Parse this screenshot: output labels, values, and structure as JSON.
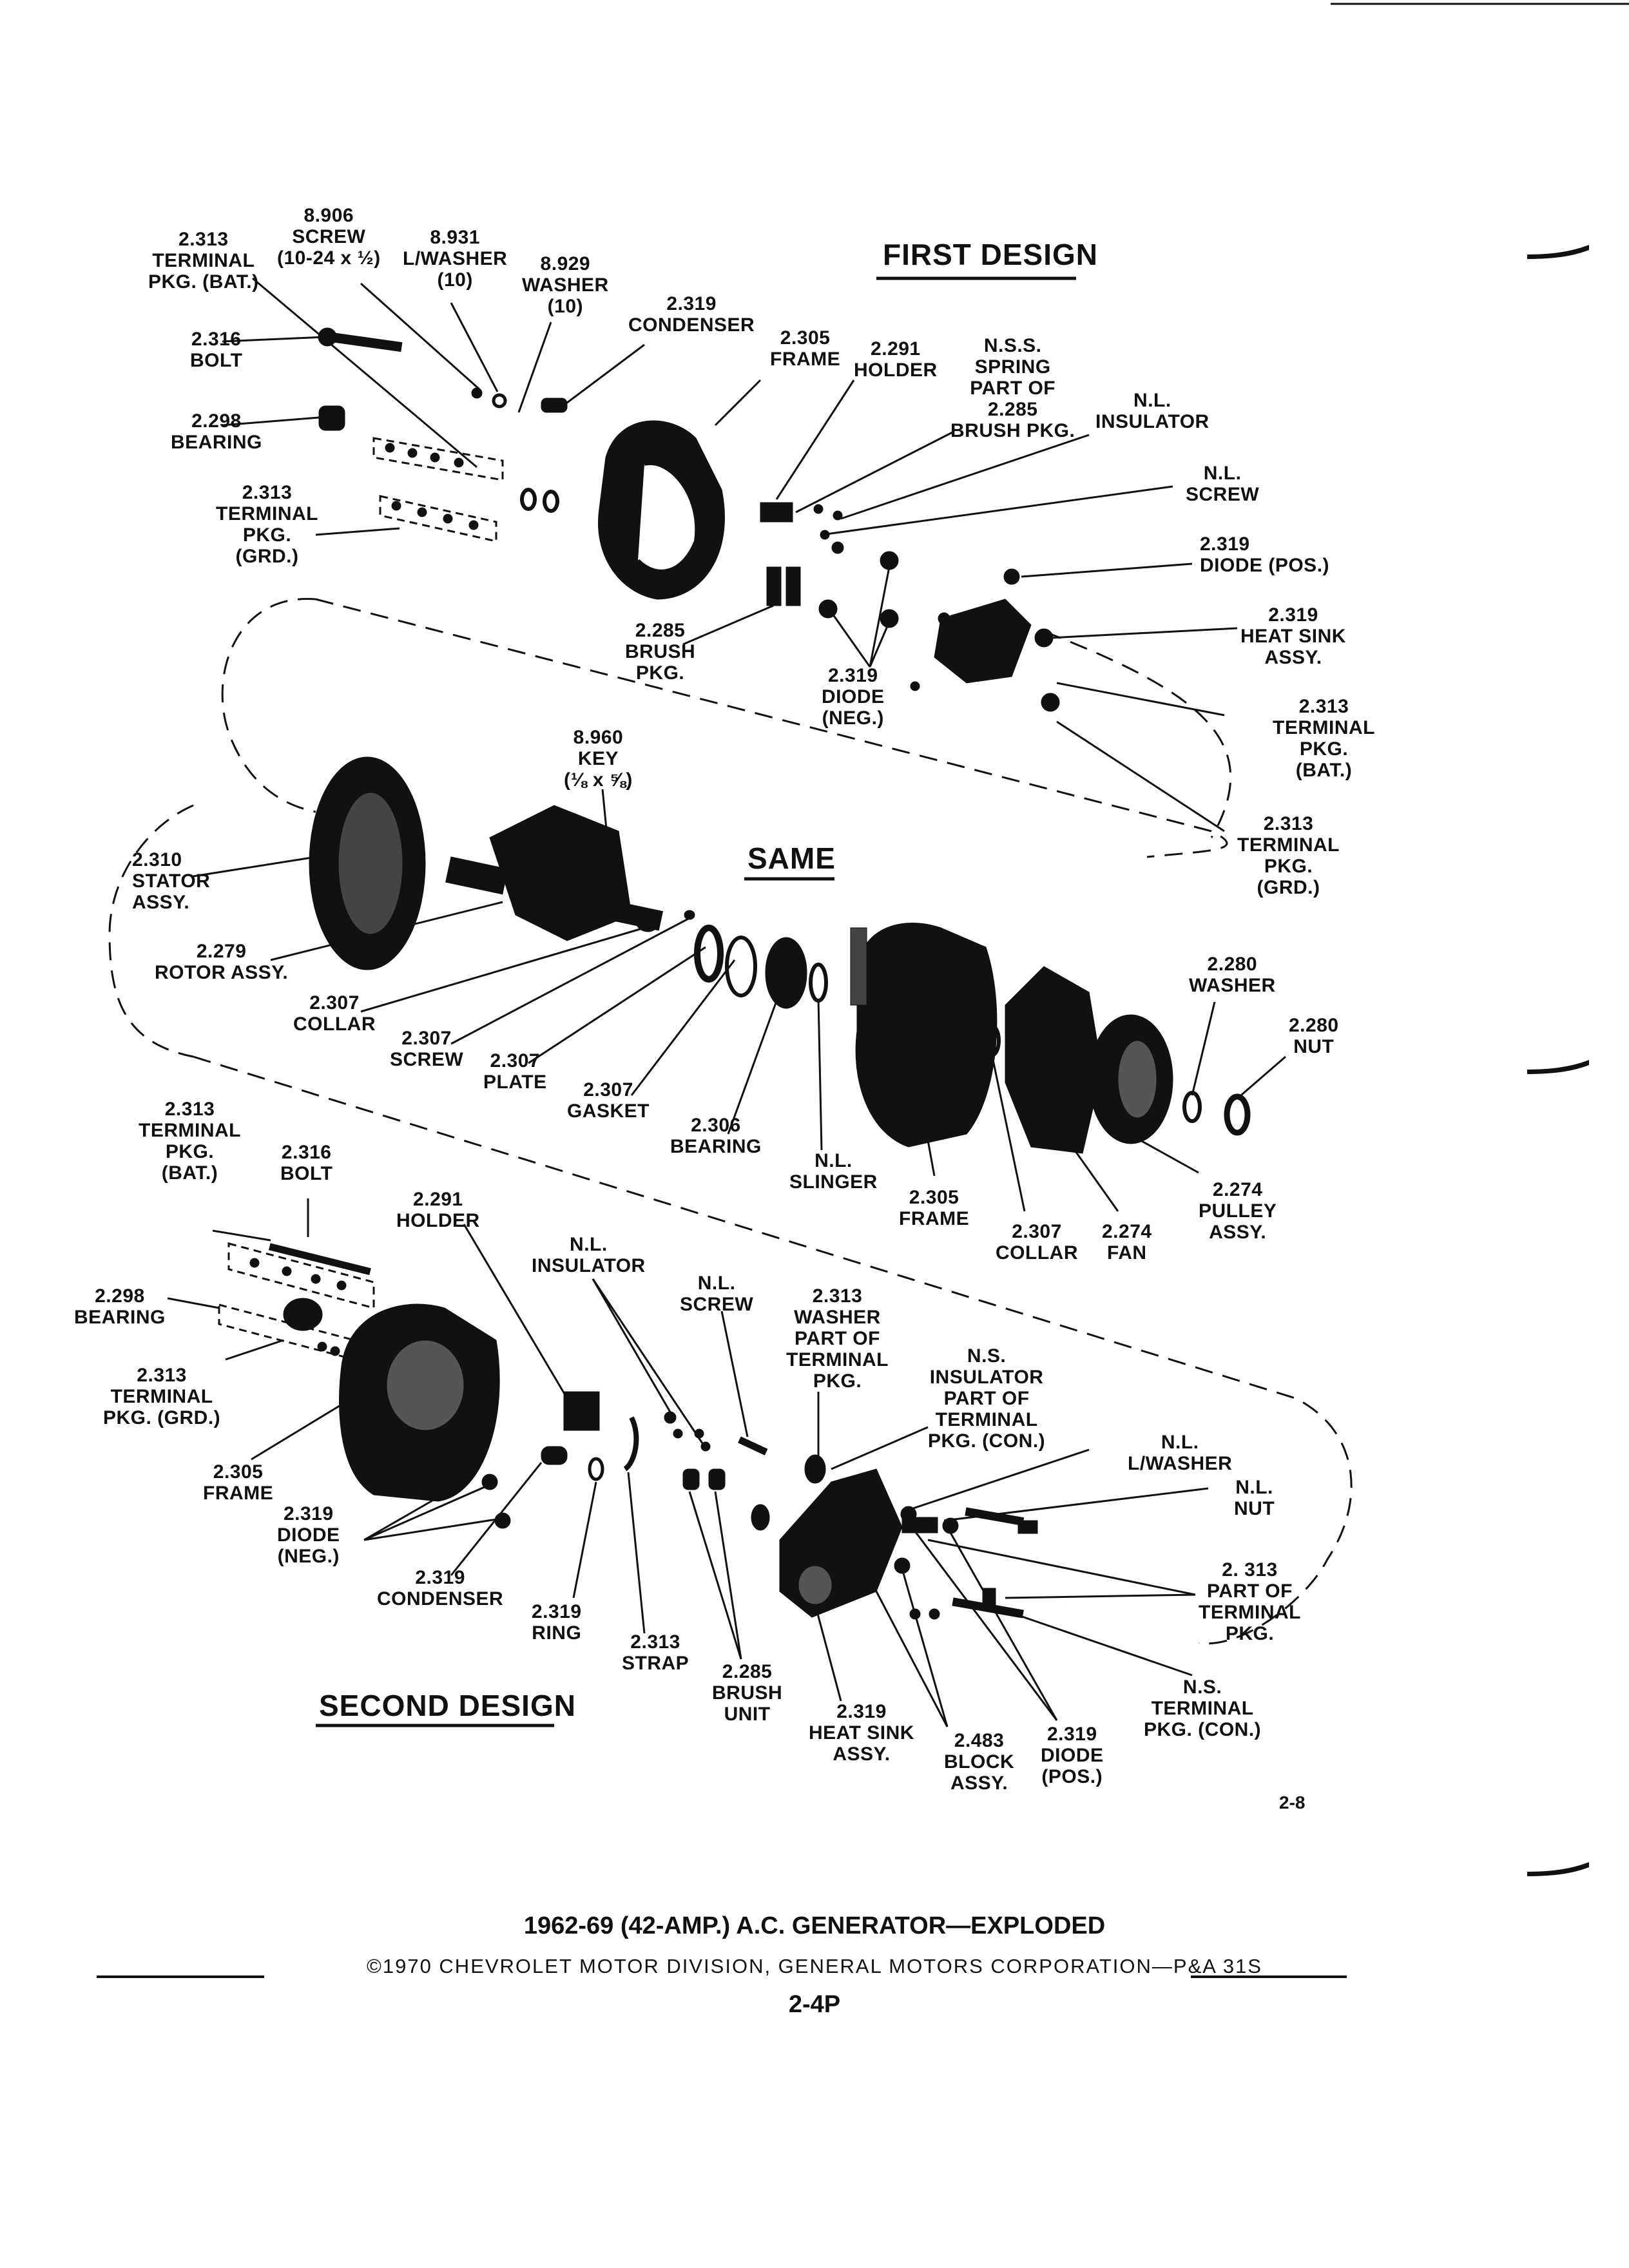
{
  "headings": {
    "first_design": "FIRST DESIGN",
    "same": "SAME",
    "second_design": "SECOND DESIGN"
  },
  "labels": {
    "screw_8906": "8.906\nSCREW\n(10-24 x ½)",
    "terminal_bat_top": "2.313\nTERMINAL\nPKG. (BAT.)",
    "lwasher_8931": "8.931\nL/WASHER\n(10)",
    "washer_8929": "8.929\nWASHER\n(10)",
    "condenser_top": "2.319\nCONDENSER",
    "bolt_top": "2.316\nBOLT",
    "frame_top": "2.305\nFRAME",
    "holder_top": "2.291\nHOLDER",
    "spring_nss": "N.S.S.\nSPRING\nPART OF\n2.285\nBRUSH PKG.",
    "insulator_top": "N.L.\nINSULATOR",
    "bearing_top": "2.298\nBEARING",
    "screw_nl_top": "N.L.\nSCREW",
    "terminal_grd_top": "2.313\nTERMINAL\nPKG.\n(GRD.)",
    "diode_pos_top": "2.319\nDIODE (POS.)",
    "heat_sink_top": "2.319\nHEAT SINK\nASSY.",
    "brush_pkg_top": "2.285\nBRUSH\nPKG.",
    "diode_neg_top": "2.319\nDIODE\n(NEG.)",
    "key_8960": "8.960\nKEY\n(⅛ x ⅝)",
    "terminal_bat_right": "2.313\nTERMINAL\nPKG.\n(BAT.)",
    "stator": "2.310\nSTATOR\nASSY.",
    "terminal_grd_right": "2.313\nTERMINAL\nPKG.\n(GRD.)",
    "rotor": "2.279\nROTOR ASSY.",
    "washer_2280": "2.280\nWASHER",
    "nut_2280": "2.280\nNUT",
    "collar_left": "2.307\nCOLLAR",
    "screw_2307": "2.307\nSCREW",
    "plate_2307": "2.307\nPLATE",
    "gasket_2307": "2.307\nGASKET",
    "bearing_2306": "2.306\nBEARING",
    "slinger": "N.L.\nSLINGER",
    "frame_mid": "2.305\nFRAME",
    "collar_right": "2.307\nCOLLAR",
    "fan": "2.274\nFAN",
    "pulley": "2.274\nPULLEY\nASSY.",
    "terminal_bat_low": "2.313\nTERMINAL\nPKG.\n(BAT.)",
    "bolt_low": "2.316\nBOLT",
    "holder_low": "2.291\nHOLDER",
    "insulator_low": "N.L.\nINSULATOR",
    "screw_nl_low": "N.L.\nSCREW",
    "washer_terminal": "2.313\nWASHER\nPART OF\nTERMINAL\nPKG.",
    "bearing_low": "2.298\nBEARING",
    "insulator_ns": "N.S.\nINSULATOR\nPART OF\nTERMINAL\nPKG. (CON.)",
    "lwasher_nl": "N.L.\nL/WASHER",
    "terminal_grd_low": "2.313\nTERMINAL\nPKG. (GRD.)",
    "nut_nl": "N.L.\nNUT",
    "frame_low": "2.305\nFRAME",
    "diode_neg_low": "2.319\nDIODE\n(NEG.)",
    "part_of_terminal": "2. 313\nPART OF\nTERMINAL\nPKG.",
    "condenser_low": "2.319\nCONDENSER",
    "ring": "2.319\nRING",
    "strap": "2.313\nSTRAP",
    "brush_unit": "2.285\nBRUSH\nUNIT",
    "heat_sink_low": "2.319\nHEAT SINK\nASSY.",
    "block": "2.483\nBLOCK\nASSY.",
    "diode_pos_low": "2.319\nDIODE\n(POS.)",
    "terminal_con": "N.S.\nTERMINAL\nPKG. (CON.)"
  },
  "page_ref": "2-8",
  "footer": {
    "title": "1962-69 (42-AMP.) A.C. GENERATOR—EXPLODED",
    "copyright": "©1970 CHEVROLET MOTOR DIVISION, GENERAL MOTORS CORPORATION—P&A 31S",
    "page": "2-4P"
  }
}
